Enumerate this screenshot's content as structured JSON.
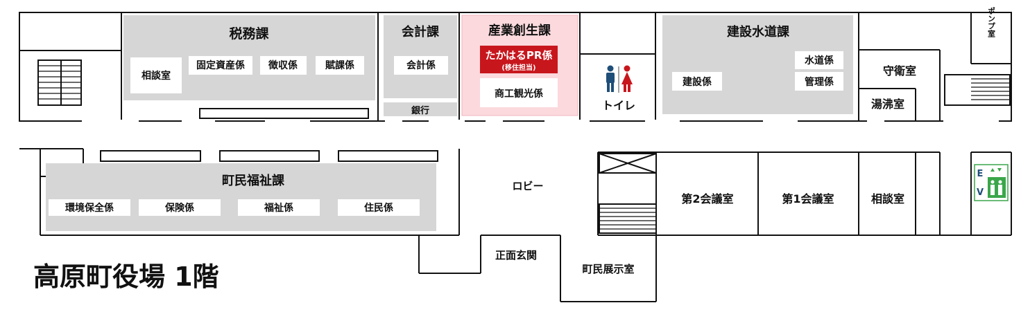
{
  "title": "高原町役場 1階",
  "rooms": {
    "zeimu": {
      "name": "税務課",
      "soudan": "相談室",
      "kotei": "固定資産係",
      "choshu": "徴収係",
      "fuka": "賦課係"
    },
    "kaikei": {
      "name": "会計課",
      "kakari": "会計係",
      "bank": "銀行"
    },
    "sangyo": {
      "name": "産業創生課",
      "pr": "たかはるPR係",
      "pr_sub": "(移住担当)",
      "shoko": "商工観光係"
    },
    "toilet": "トイレ",
    "kensetsu": {
      "name": "建設水道課",
      "suido": "水道係",
      "kanri": "管理係",
      "kensetsu_kakari": "建設係"
    },
    "pump": "ポンプ室",
    "shuei": "守衛室",
    "yuwakashi": "湯沸室",
    "fukushi": {
      "name": "町民福祉課",
      "kankyo": "環境保全係",
      "hoken": "保険係",
      "fukushi_kakari": "福祉係",
      "jumin": "住民係"
    },
    "lobby": "ロビー",
    "genkan": "正面玄関",
    "tenji": "町民展示室",
    "kaigi2": "第2会議室",
    "kaigi1": "第1会議室",
    "soudan2": "相談室",
    "ev": "EV"
  },
  "colors": {
    "dept_gray": "#d6d6d6",
    "pr_red": "#c8161d",
    "sangyo_pink": "#fbd9dd",
    "wall": "#111111",
    "men": "#1f4e79",
    "women": "#c8161d",
    "ev_green": "#3aa64a"
  }
}
